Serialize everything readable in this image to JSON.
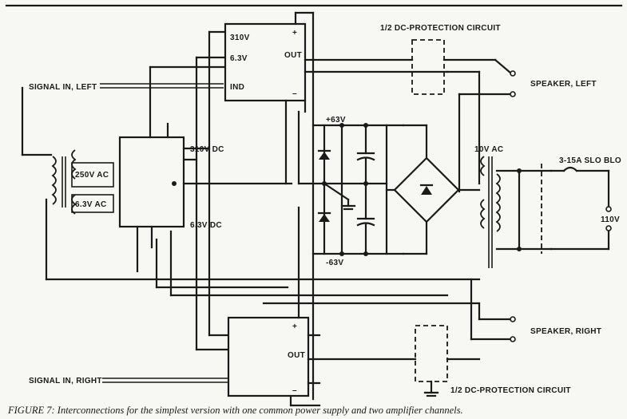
{
  "labels": {
    "amp_top_310v": "310V",
    "amp_top_63v": "6.3V",
    "amp_top_ind": "IND",
    "amp_top_out": "OUT",
    "amp_plus": "+",
    "amp_minus": "–",
    "dc_protection_top": "1/2 DC-PROTECTION CIRCUIT",
    "dc_protection_bottom": "1/2 DC-PROTECTION CIRCUIT",
    "speaker_left": "SPEAKER, LEFT",
    "speaker_right": "SPEAKER, RIGHT",
    "signal_in_left": "SIGNAL IN, LEFT",
    "signal_in_right": "SIGNAL IN, RIGHT",
    "v310_dc": "310V DC",
    "v63_dc": "6.3V DC",
    "v250_ac": "250V AC",
    "v63_ac": "6.3V AC",
    "plus63": "+63V",
    "minus63": "-63V",
    "v10_ac": "10V AC",
    "fuse": "3-15A SLO BLO",
    "mains": "110V",
    "amp_bottom_out": "OUT"
  },
  "caption": "FIGURE 7: Interconnections for the simplest version with one common power supply and two amplifier channels."
}
